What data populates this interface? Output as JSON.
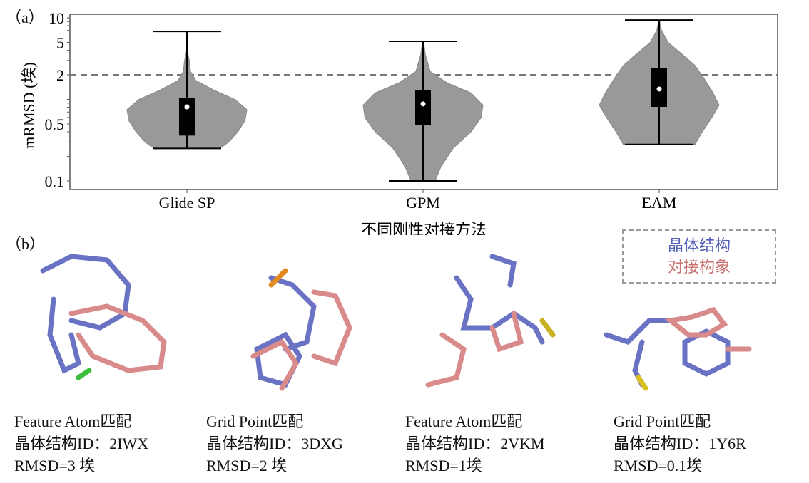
{
  "panel_a_label": "（a）",
  "panel_b_label": "（b）",
  "chart_data": {
    "type": "violin",
    "xlabel": "不同刚性对接方法",
    "ylabel": "mRMSD (埃)",
    "yscale": "log",
    "ylim": [
      0.085,
      11
    ],
    "yticks": [
      0.1,
      0.5,
      2,
      5,
      10
    ],
    "ytick_labels": [
      "0.1",
      "0.5",
      "2",
      "5",
      "10"
    ],
    "reference_line": 2,
    "categories": [
      "Glide SP",
      "GPM",
      "EAM"
    ],
    "series": [
      {
        "name": "Glide SP",
        "min": 0.25,
        "q1": 0.36,
        "median": 0.81,
        "q3": 1.05,
        "max": 6.8,
        "density": [
          [
            0.25,
            0.55
          ],
          [
            0.3,
            0.7
          ],
          [
            0.4,
            0.85
          ],
          [
            0.55,
            0.97
          ],
          [
            0.75,
            1.0
          ],
          [
            1.0,
            0.8
          ],
          [
            1.3,
            0.45
          ],
          [
            1.7,
            0.15
          ],
          [
            2.2,
            0.06
          ],
          [
            3.0,
            0.04
          ],
          [
            3.8,
            0.01
          ]
        ]
      },
      {
        "name": "GPM",
        "min": 0.1,
        "q1": 0.48,
        "median": 0.88,
        "q3": 1.31,
        "max": 5.15,
        "density": [
          [
            0.1,
            0.2
          ],
          [
            0.15,
            0.3
          ],
          [
            0.25,
            0.5
          ],
          [
            0.4,
            0.8
          ],
          [
            0.6,
            0.97
          ],
          [
            0.85,
            1.0
          ],
          [
            1.2,
            0.8
          ],
          [
            1.6,
            0.4
          ],
          [
            2.2,
            0.12
          ],
          [
            3.5,
            0.04
          ],
          [
            5.0,
            0.01
          ]
        ]
      },
      {
        "name": "EAM",
        "min": 0.28,
        "q1": 0.81,
        "median": 1.34,
        "q3": 2.4,
        "max": 9.4,
        "density": [
          [
            0.28,
            0.6
          ],
          [
            0.4,
            0.72
          ],
          [
            0.6,
            0.88
          ],
          [
            0.85,
            1.0
          ],
          [
            1.2,
            0.9
          ],
          [
            1.8,
            0.75
          ],
          [
            2.6,
            0.6
          ],
          [
            3.5,
            0.4
          ],
          [
            5.0,
            0.15
          ],
          [
            7.0,
            0.04
          ],
          [
            9.0,
            0.01
          ]
        ]
      }
    ]
  },
  "legend": {
    "crystal": "晶体结构",
    "docked": "对接构象",
    "crystal_color": "#5560b8",
    "docked_color": "#c87272"
  },
  "examples": [
    {
      "method": "Feature Atom匹配",
      "id": "晶体结构ID：2IWX",
      "rmsd": "RMSD=3 埃"
    },
    {
      "method": "Grid Point匹配",
      "id": "晶体结构ID：3DXG",
      "rmsd": "RMSD=2 埃"
    },
    {
      "method": "Feature Atom匹配",
      "id": "晶体结构ID：2VKM",
      "rmsd": "RMSD=1埃"
    },
    {
      "method": "Grid Point匹配",
      "id": "晶体结构ID：1Y6R",
      "rmsd": "RMSD=0.1埃"
    }
  ]
}
